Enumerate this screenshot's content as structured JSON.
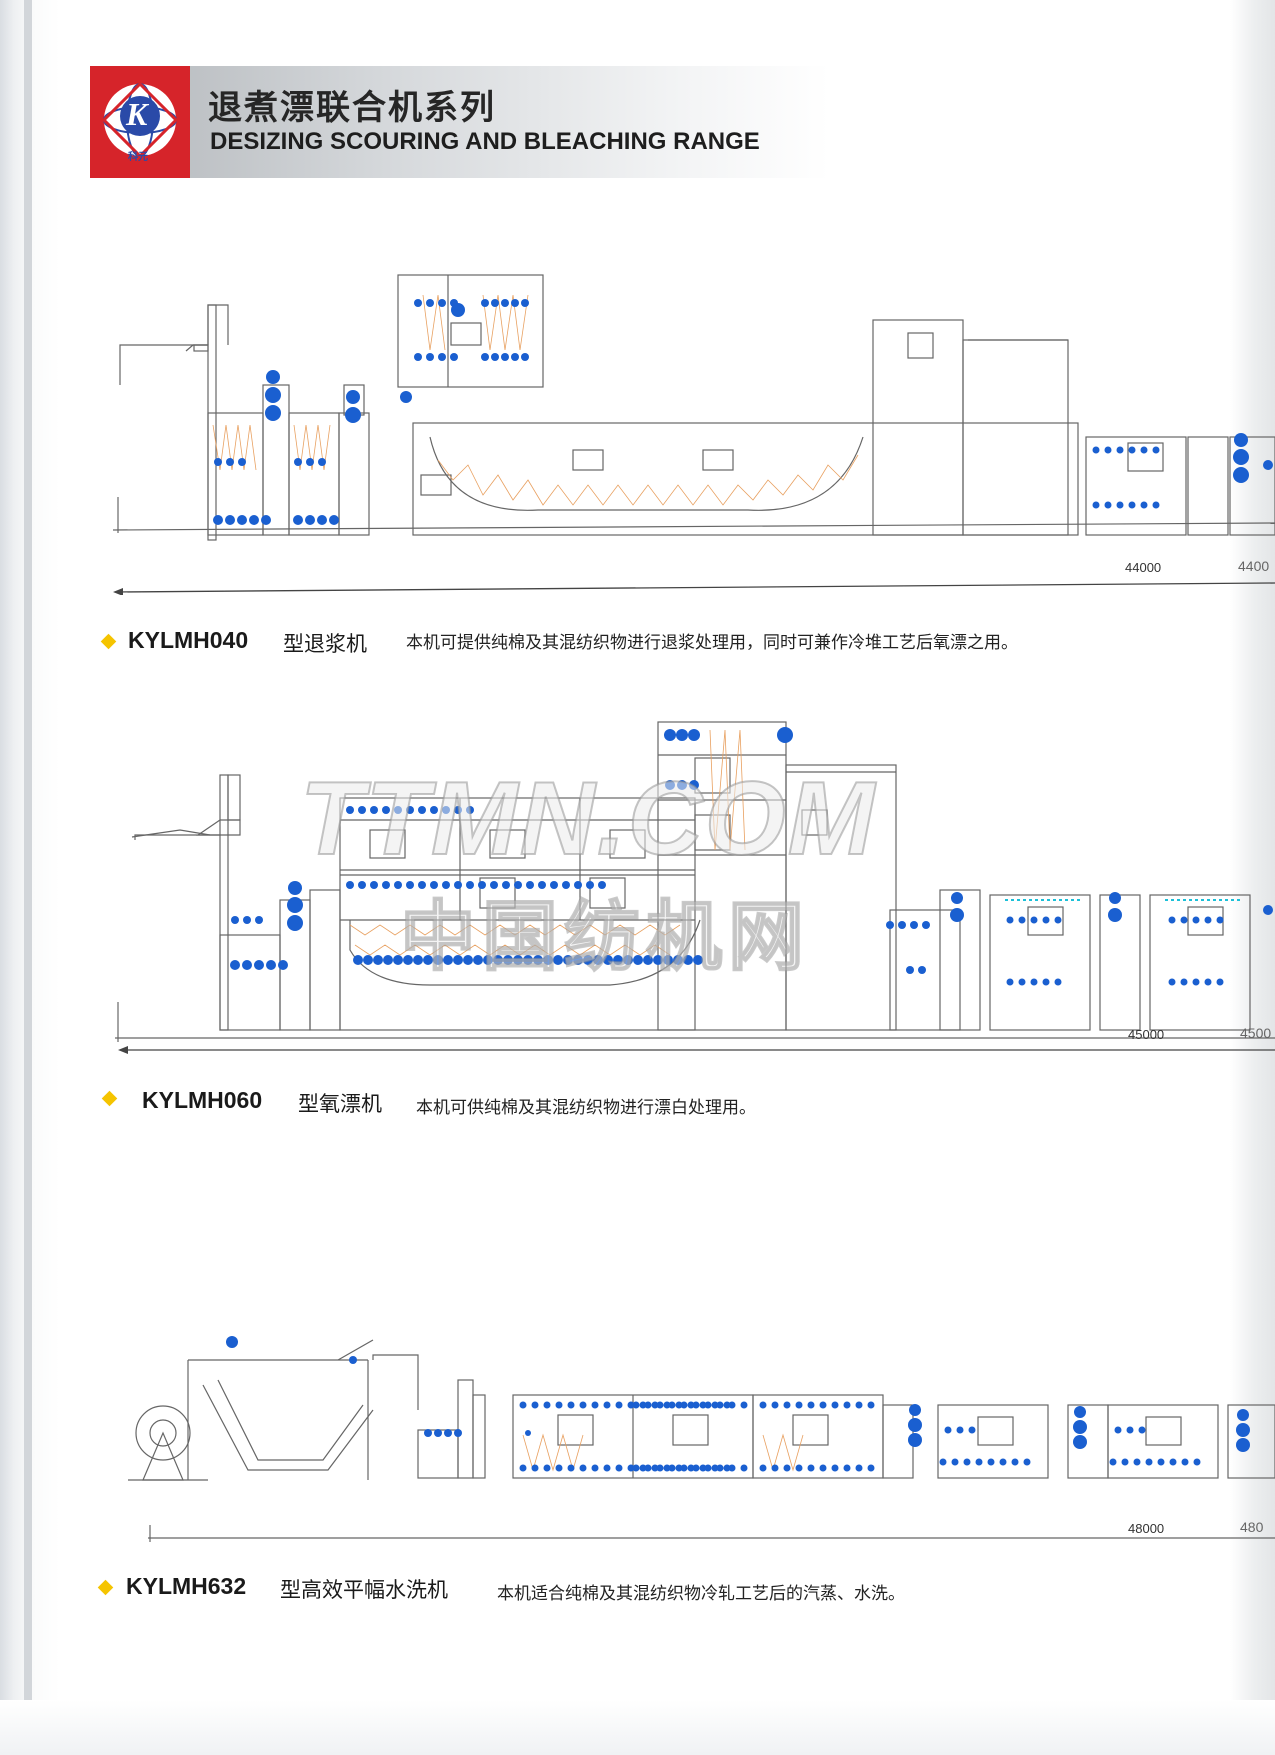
{
  "header": {
    "title_cn": "退煮漂联合机系列",
    "title_en": "DESIZING SCOURING AND BLEACHING RANGE",
    "logo_letter": "K",
    "logo_text": "科元",
    "logo_color": "#d6242a"
  },
  "watermark": {
    "text": "TTMN.COM",
    "text_cn": "中国纺机网"
  },
  "machines": [
    {
      "dim_label": "44000",
      "dim_label_cut": "4400",
      "model": "KYLMH040",
      "type": "型退浆机",
      "description": "本机可提供纯棉及其混纺织物进行退浆处理用，同时可兼作冷堆工艺后氧漂之用。"
    },
    {
      "dim_label": "45000",
      "dim_label_cut": "4500",
      "model": "KYLMH060",
      "type": "型氧漂机",
      "description": "本机可供纯棉及其混纺织物进行漂白处理用。"
    },
    {
      "dim_label": "48000",
      "dim_label_cut": "480",
      "model": "KYLMH632",
      "type": "型高效平幅水洗机",
      "description": "本机适合纯棉及其混纺织物冷轧工艺后的汽蒸、水洗。"
    }
  ],
  "colors": {
    "roller": "#1a5fd0",
    "line": "#666666",
    "fabric": "#e8a060",
    "bullet": "#f5c400"
  }
}
